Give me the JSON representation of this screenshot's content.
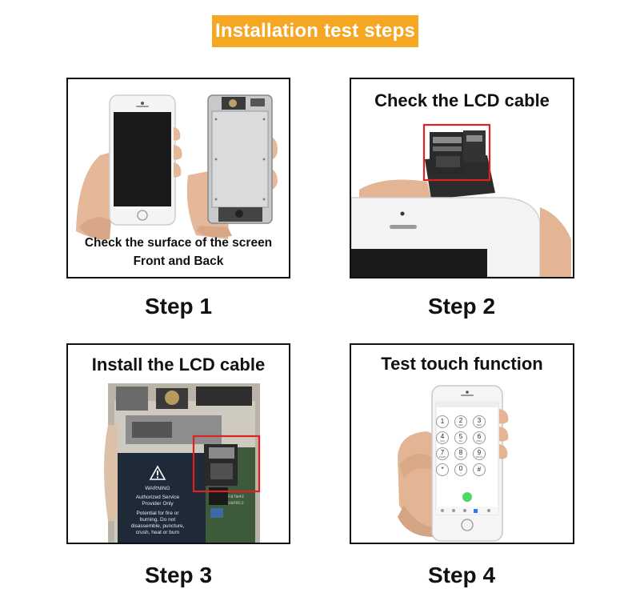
{
  "banner": {
    "title": "Installation test steps",
    "color": "#f5a623"
  },
  "steps": [
    {
      "label": "Step 1",
      "caption_line1": "Check the surface of the screen",
      "caption_line2": "Front and Back",
      "image": "phone-front-and-back-photo"
    },
    {
      "label": "Step 2",
      "title": "Check the LCD cable",
      "image": "lcd-flex-cable-closeup-photo",
      "highlight_color": "#e02020"
    },
    {
      "label": "Step 3",
      "title": "Install the LCD cable",
      "image": "phone-internals-photo",
      "battery_text": [
        "WARNING",
        "Authorized Service",
        "Provider Only",
        "Potential for fire or",
        "burning. Do not",
        "disassemble, puncture,",
        "crush, heat or burn"
      ],
      "chip_text": [
        "F87W43",
        "S9FRC2"
      ],
      "highlight_color": "#e02020"
    },
    {
      "label": "Step 4",
      "title": "Test touch function",
      "image": "phone-dialer-photo",
      "keypad": [
        {
          "d": "1",
          "l": ""
        },
        {
          "d": "2",
          "l": "ABC"
        },
        {
          "d": "3",
          "l": "DEF"
        },
        {
          "d": "4",
          "l": "GHI"
        },
        {
          "d": "5",
          "l": "JKL"
        },
        {
          "d": "6",
          "l": "MNO"
        },
        {
          "d": "7",
          "l": "PQRS"
        },
        {
          "d": "8",
          "l": "TUV"
        },
        {
          "d": "9",
          "l": "WXYZ"
        },
        {
          "d": "*",
          "l": ""
        },
        {
          "d": "0",
          "l": "+"
        },
        {
          "d": "#",
          "l": ""
        }
      ]
    }
  ]
}
